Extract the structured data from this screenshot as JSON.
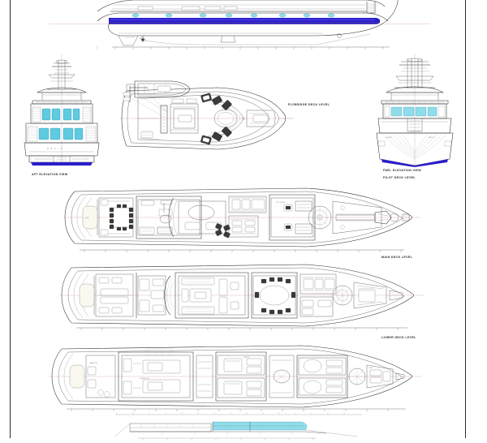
{
  "document": {
    "type": "naval-architecture-general-arrangement",
    "sheet_background": "#ffffff",
    "border_color": "#2b2b2b"
  },
  "colors": {
    "glass_cyan": "#5ecbe0",
    "glass_cyan_light": "#8fdcea",
    "boot_stripe_blue": "#2a1ec9",
    "line_dark": "#3a3a3a",
    "line_mid": "#4a4a4a",
    "line_light": "#999999",
    "room_fill": "#f3efe2",
    "deck_fill": "#fdfbf4",
    "centerline_red": "#d08a8a"
  },
  "labels": {
    "flybridge_deck": "FLYBRIDGE DECK LEVEL",
    "aft_elevation": "AFT ELEVATION VIEW",
    "fwd_elevation": "FWD. ELEVATION VIEW",
    "pilot_deck": "PILOT DECK LEVEL",
    "main_deck": "MAIN DECK LEVEL",
    "lower_deck": "LOWER DECK LEVEL"
  },
  "views": [
    {
      "id": "profile",
      "name": "Starboard Profile / Outboard Profile",
      "features": [
        "hull",
        "superstructure",
        "boot stripe",
        "saloon windows",
        "portholes",
        "radar mast",
        "waterline",
        "propeller shaft",
        "rudder",
        "scale ruler"
      ]
    },
    {
      "id": "aft-elevation",
      "name": "AFT ELEVATION VIEW",
      "features": [
        "mast",
        "radar array",
        "flybridge hardtop",
        "upper deck windows",
        "main deck windows",
        "transom",
        "swim platform",
        "boot stripe"
      ]
    },
    {
      "id": "flybridge-plan",
      "name": "FLYBRIDGE DECK LEVEL",
      "features": [
        "tender",
        "davit crane",
        "helm console",
        "spa pool",
        "sun lounges",
        "deck chairs",
        "dining settee",
        "radar mast base"
      ]
    },
    {
      "id": "fwd-elevation",
      "name": "FWD. ELEVATION VIEW",
      "features": [
        "mast",
        "radar array",
        "flybridge hardtop",
        "pilothouse windows",
        "bow flare lines",
        "stem",
        "boot stripe",
        "anchor pockets"
      ]
    },
    {
      "id": "pilot-deck-plan",
      "name": "PILOT DECK LEVEL",
      "features": [
        "aft deck",
        "al fresco dining table",
        "sun pads",
        "sky lounge",
        "bar",
        "pilothouse",
        "helm",
        "spiral stair",
        "foredeck",
        "anchor windlass"
      ]
    },
    {
      "id": "main-deck-plan",
      "name": "MAIN DECK LEVEL",
      "features": [
        "aft deck",
        "main saloon",
        "sofa groups",
        "coffee table",
        "formal dining table",
        "galley",
        "day head",
        "foyer",
        "stairwell",
        "master suite",
        "forepeak"
      ]
    },
    {
      "id": "lower-deck-plan",
      "name": "LOWER DECK LEVEL",
      "features": [
        "swim platform",
        "lazarette",
        "engine room",
        "main engines",
        "guest cabins",
        "double berths",
        "twin berths",
        "ensuite heads",
        "companionway",
        "crew mess",
        "crew cabins"
      ]
    },
    {
      "id": "keel-profile",
      "name": "Keel / Underwater Profile (partial)",
      "features": [
        "keel line",
        "hull bottom",
        "cyan hull band",
        "cut-off at sheet edge"
      ]
    }
  ],
  "scale_rulers": {
    "count": 5,
    "tick_label_visible": false,
    "note": "Dimension scale bars with regular tick marks beneath each plan view"
  }
}
